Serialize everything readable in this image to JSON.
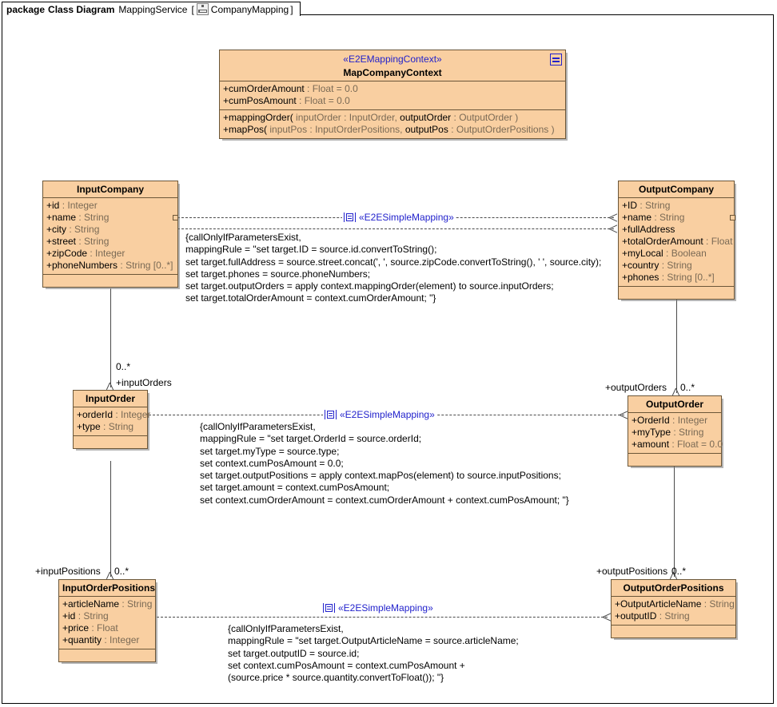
{
  "header": {
    "keyword": "package",
    "kind": "Class Diagram",
    "service": "MappingService",
    "bracket_open": "[",
    "diagram_icon": "class-diagram-icon",
    "diagram_name": "CompanyMapping",
    "bracket_close": "]"
  },
  "colors": {
    "class_fill": "#F9CFA1",
    "class_border": "#6B5638",
    "stereotype_text": "#2222CC",
    "type_text": "#7A6A55",
    "connector": "#4A4A4A"
  },
  "classes": {
    "context": {
      "stereotype": "«E2EMappingContext»",
      "name": "MapCompanyContext",
      "icon": "context-icon",
      "attributes": [
        {
          "vis": "+",
          "name": "cumOrderAmount",
          "type": " : Float = 0.0"
        },
        {
          "vis": "+",
          "name": "cumPosAmount",
          "type": " : Float = 0.0"
        }
      ],
      "operations": [
        {
          "vis": "+",
          "name": "mappingOrder(",
          "sig_a": " inputOrder : InputOrder, ",
          "p2": "outputOrder",
          "sig_b": " : OutputOrder )"
        },
        {
          "vis": "+",
          "name": "mapPos(",
          "sig_a": " inputPos : InputOrderPositions, ",
          "p2": "outputPos",
          "sig_b": " : OutputOrderPositions )"
        }
      ]
    },
    "input_company": {
      "name": "InputCompany",
      "attributes": [
        {
          "vis": "+",
          "name": "id",
          "type": " : Integer"
        },
        {
          "vis": "+",
          "name": "name",
          "type": " : String"
        },
        {
          "vis": "+",
          "name": "city",
          "type": " : String"
        },
        {
          "vis": "+",
          "name": "street",
          "type": " : String"
        },
        {
          "vis": "+",
          "name": "zipCode",
          "type": " : Integer"
        },
        {
          "vis": "+",
          "name": "phoneNumbers",
          "type": " : String [0..*]"
        }
      ]
    },
    "output_company": {
      "name": "OutputCompany",
      "attributes": [
        {
          "vis": "+",
          "name": "ID",
          "type": " : String"
        },
        {
          "vis": "+",
          "name": "name",
          "type": " : String"
        },
        {
          "vis": "+",
          "name": "fullAddress",
          "type": ""
        },
        {
          "vis": "+",
          "name": "totalOrderAmount",
          "type": " : Float"
        },
        {
          "vis": "+",
          "name": "myLocal",
          "type": " : Boolean"
        },
        {
          "vis": "+",
          "name": "country",
          "type": " : String"
        },
        {
          "vis": "+",
          "name": "phones",
          "type": " : String [0..*]"
        }
      ]
    },
    "input_order": {
      "name": "InputOrder",
      "attributes": [
        {
          "vis": "+",
          "name": "orderId",
          "type": " : Integer"
        },
        {
          "vis": "+",
          "name": "type",
          "type": " : String"
        }
      ]
    },
    "output_order": {
      "name": "OutputOrder",
      "attributes": [
        {
          "vis": "+",
          "name": "OrderId",
          "type": " : Integer"
        },
        {
          "vis": "+",
          "name": "myType",
          "type": " : String"
        },
        {
          "vis": "+",
          "name": "amount",
          "type": " : Float = 0.0"
        }
      ]
    },
    "input_positions": {
      "name": "InputOrderPositions",
      "attributes": [
        {
          "vis": "+",
          "name": "articleName",
          "type": " : String"
        },
        {
          "vis": "+",
          "name": "id",
          "type": " : String"
        },
        {
          "vis": "+",
          "name": "price",
          "type": " : Float"
        },
        {
          "vis": "+",
          "name": "quantity",
          "type": " : Integer"
        }
      ]
    },
    "output_positions": {
      "name": "OutputOrderPositions",
      "attributes": [
        {
          "vis": "+",
          "name": "OutputArticleName",
          "type": " : String"
        },
        {
          "vis": "+",
          "name": "outputID",
          "type": " : String"
        }
      ]
    }
  },
  "links": {
    "company_mapping": {
      "stereotype": "«E2ESimpleMapping»",
      "icon": "mapping-icon",
      "note": [
        "{callOnlyIfParametersExist,",
        "mappingRule = \"set target.ID = source.id.convertToString();",
        "set target.fullAddress = source.street.concat(', ', source.zipCode.convertToString(), ' ', source.city);",
        "set target.phones = source.phoneNumbers;",
        "set target.outputOrders = apply context.mappingOrder(element) to source.inputOrders;",
        "set target.totalOrderAmount = context.cumOrderAmount; \"}"
      ]
    },
    "order_mapping": {
      "stereotype": "«E2ESimpleMapping»",
      "icon": "mapping-icon",
      "note": [
        "{callOnlyIfParametersExist,",
        "mappingRule = \"set target.OrderId = source.orderId;",
        "set target.myType = source.type;",
        "set context.cumPosAmount = 0.0;",
        "set target.outputPositions = apply context.mapPos(element) to source.inputPositions;",
        "set target.amount = context.cumPosAmount;",
        "set context.cumOrderAmount = context.cumOrderAmount + context.cumPosAmount; \"}"
      ]
    },
    "positions_mapping": {
      "stereotype": "«E2ESimpleMapping»",
      "icon": "mapping-icon",
      "note": [
        "{callOnlyIfParametersExist,",
        "mappingRule = \"set target.OutputArticleName = source.articleName;",
        "set target.outputID = source.id;",
        "set context.cumPosAmount = context.cumPosAmount +",
        "(source.price * source.quantity.convertToFloat()); \"}"
      ]
    }
  },
  "associations": {
    "input_orders": {
      "multiplicity": "0..*",
      "role": "+inputOrders"
    },
    "output_orders": {
      "multiplicity": "0..*",
      "role": "+outputOrders"
    },
    "input_positions": {
      "multiplicity": "0..*",
      "role": "+inputPositions"
    },
    "output_positions": {
      "multiplicity": "0..*",
      "role": "+outputPositions"
    }
  }
}
